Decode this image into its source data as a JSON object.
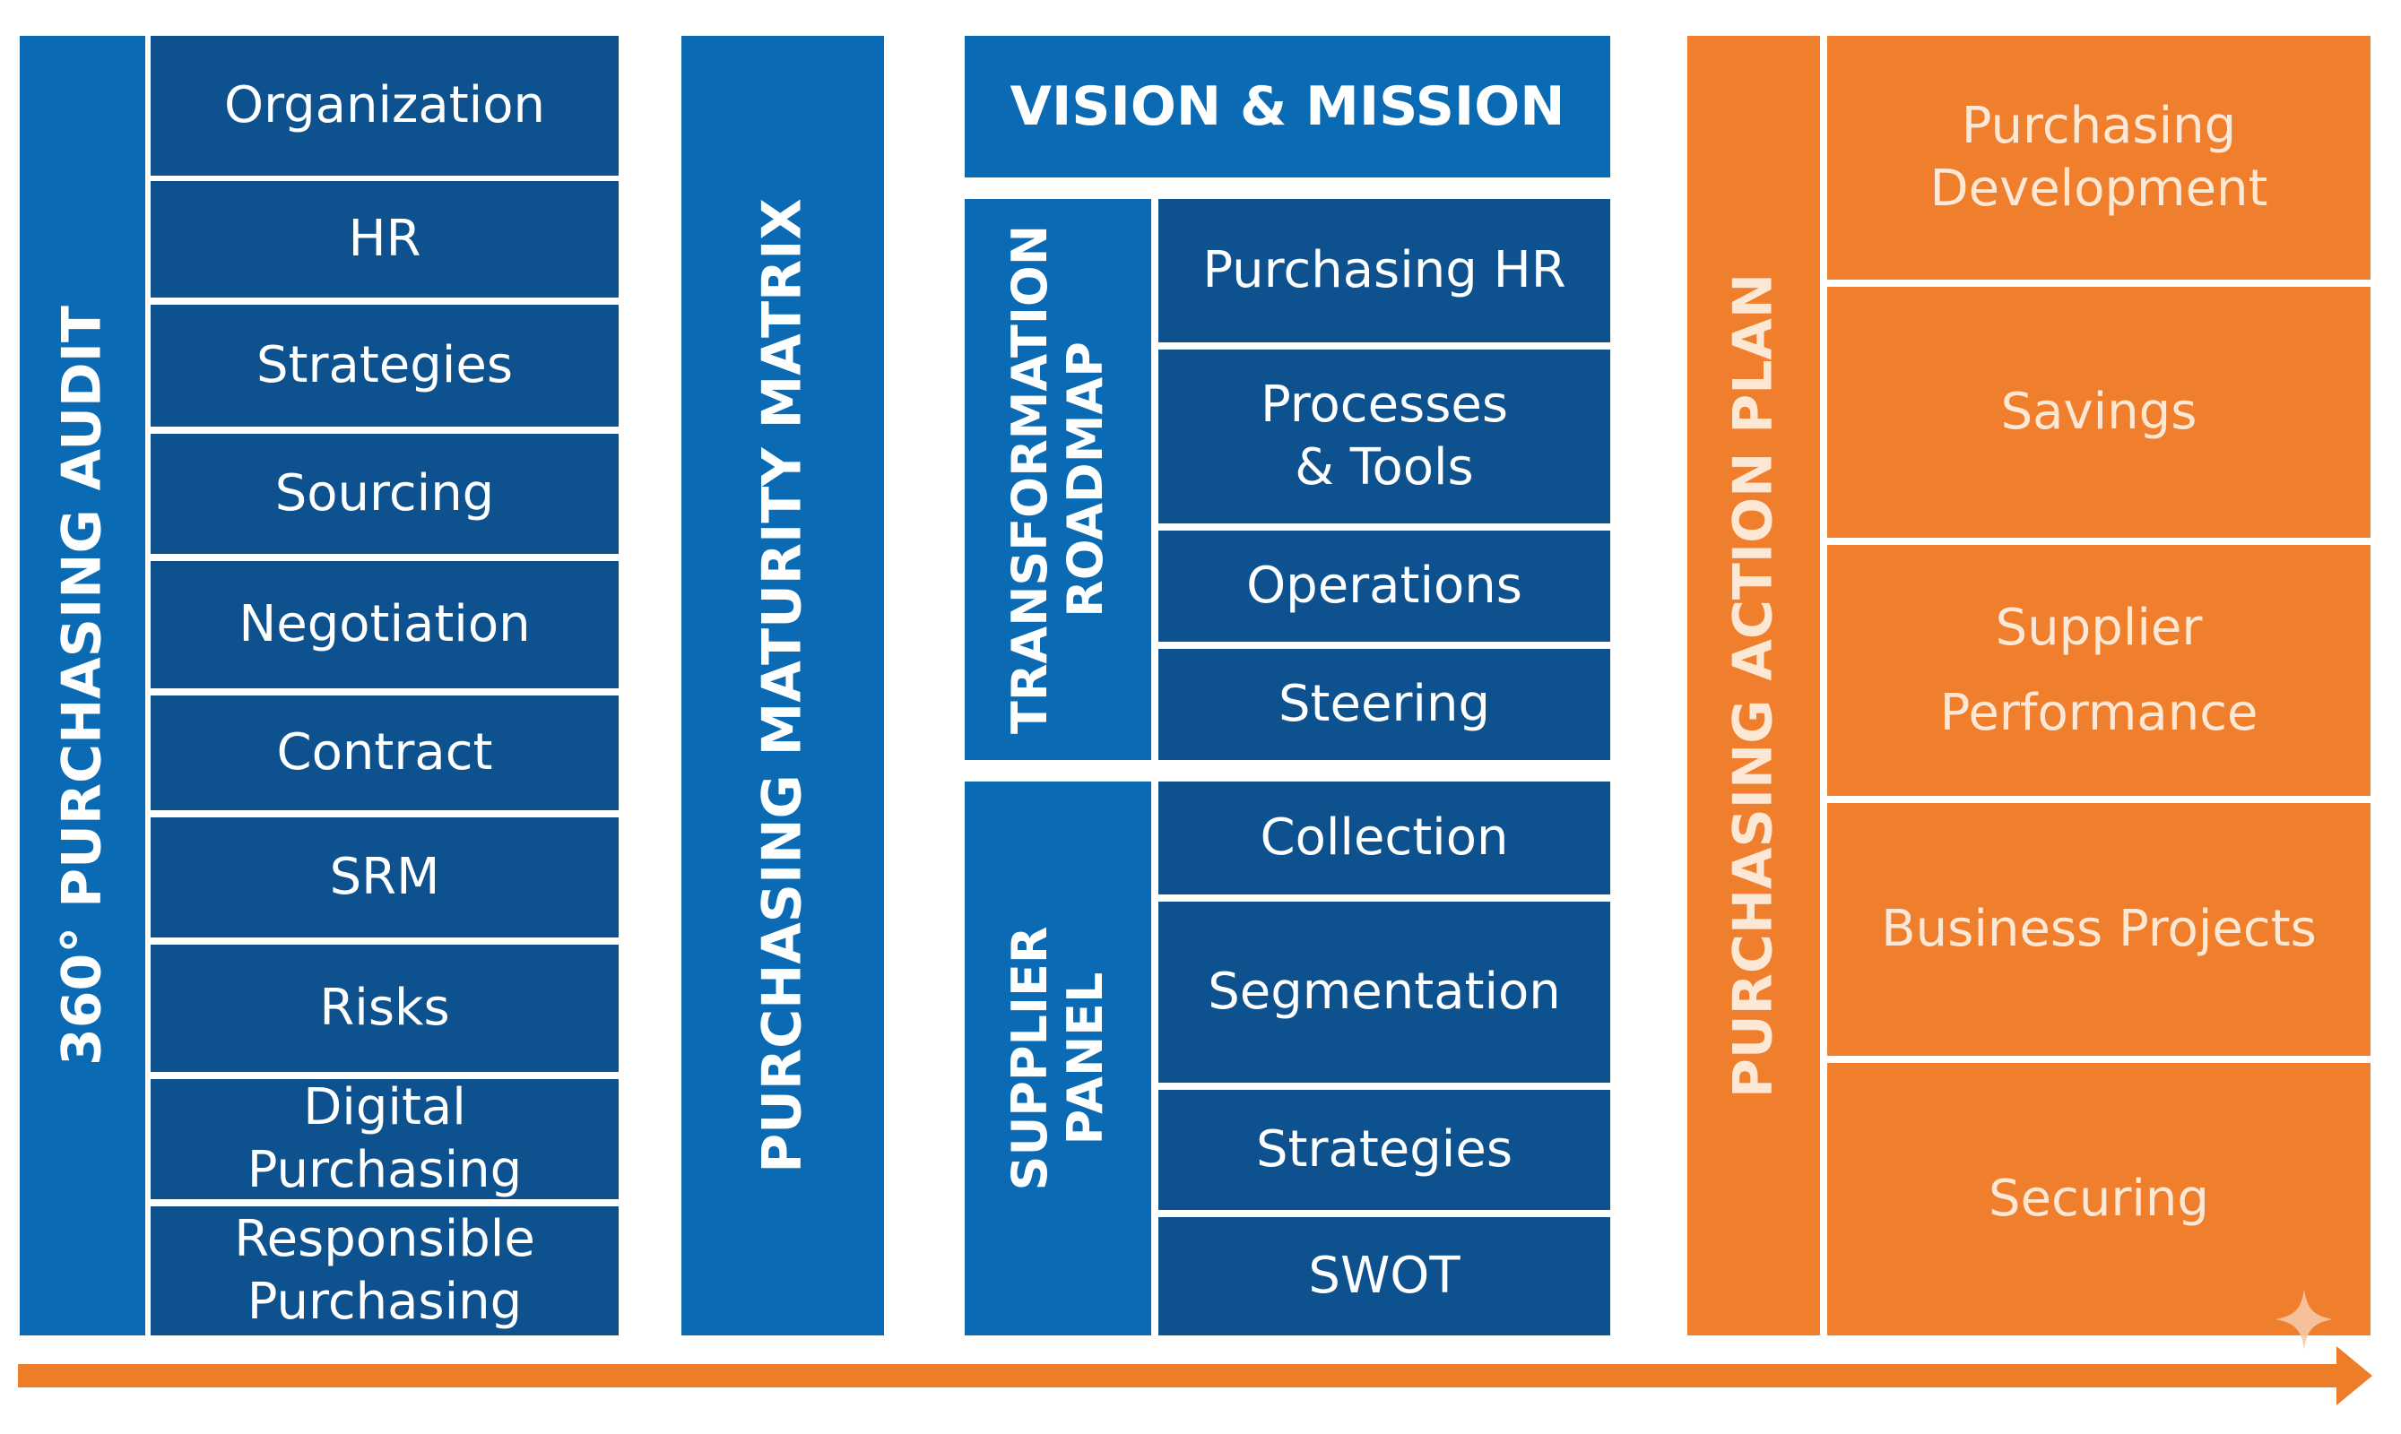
{
  "colors": {
    "blue": "#0a6ab3",
    "dark_blue": "#0d518f",
    "orange": "#ef7f2c",
    "arrow": "#ee7d2a"
  },
  "audit": {
    "label": "360° PURCHASING AUDIT",
    "items": [
      "Organization",
      "HR",
      "Strategies",
      "Sourcing",
      "Negotiation",
      "Contract",
      "SRM",
      "Risks",
      "Digital Purchasing",
      "Responsible\nPurchasing"
    ]
  },
  "matrix": {
    "label": "PURCHASING MATURITY MATRIX"
  },
  "vision": {
    "label": "VISION & MISSION"
  },
  "roadmap": {
    "label": "TRANSFORMATION\nROADMAP",
    "items": [
      "Purchasing HR",
      "Processes\n& Tools",
      "Operations",
      "Steering"
    ]
  },
  "panel": {
    "label": "SUPPLIER\nPANEL",
    "items": [
      "Collection",
      "Segmentation",
      "Strategies",
      "SWOT"
    ]
  },
  "action_plan": {
    "label": "PURCHASING ACTION PLAN",
    "items": [
      "Purchasing\nDevelopment",
      "Savings",
      "Supplier\nPerformance",
      "Business Projects",
      "Securing"
    ]
  }
}
